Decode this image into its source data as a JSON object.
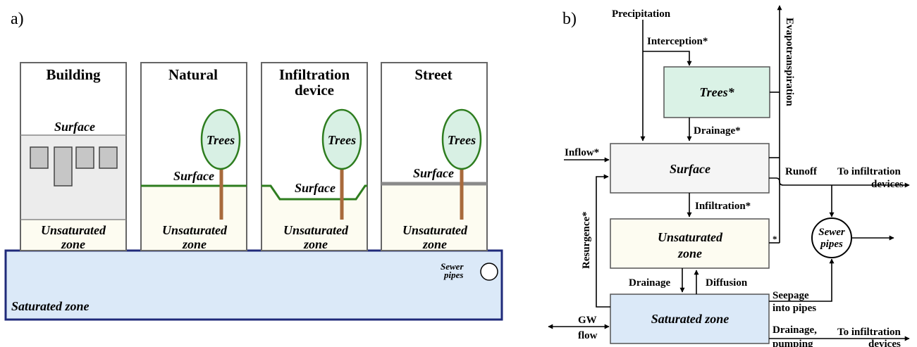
{
  "panel_a": {
    "label": "a)",
    "columns": [
      {
        "title": "Building",
        "surface": "Surface"
      },
      {
        "title": "Natural",
        "surface": "Surface"
      },
      {
        "title_line1": "Infiltration",
        "title_line2": "device",
        "surface": "Surface"
      },
      {
        "title": "Street",
        "surface": "Surface"
      }
    ],
    "trees_label": "Trees",
    "unsat_line1": "Unsaturated",
    "unsat_line2": "zone",
    "saturated_zone": "Saturated zone",
    "sewer_line1": "Sewer",
    "sewer_line2": "pipes",
    "colors": {
      "saturated_fill": "#dbe9f8",
      "saturated_border": "#1f2a7a",
      "soil_fill": "#fdfcf1",
      "building_fill": "#ececec",
      "tree_fill": "#d8f0e4",
      "tree_stroke": "#2e7d1f",
      "trunk": "#a86a3c",
      "ground_line": "#2e7d1f",
      "street_line": "#8a8a8a"
    }
  },
  "panel_b": {
    "label": "b)",
    "boxes": {
      "trees": "Trees*",
      "surface": "Surface",
      "unsaturated_line1": "Unsaturated",
      "unsaturated_line2": "zone",
      "saturated": "Saturated zone",
      "sewer_line1": "Sewer",
      "sewer_line2": "pipes"
    },
    "flows": {
      "precipitation": "Precipitation",
      "interception": "Interception*",
      "drainage_trees": "Drainage*",
      "evapotranspiration": "Evapotranspiration",
      "inflow": "Inflow*",
      "runoff": "Runoff",
      "to_infiltration_1": "To infiltration",
      "to_infiltration_2": "devices",
      "infiltration": "Infiltration*",
      "asterisk": "*",
      "drainage": "Drainage",
      "diffusion": "Diffusion",
      "resurgence": "Resurgence*",
      "gw": "GW",
      "flow": "flow",
      "seepage_1": "Seepage",
      "seepage_2": "into pipes",
      "drainage_pumping_1": "Drainage,",
      "drainage_pumping_2": "pumping"
    },
    "colors": {
      "trees_fill": "#daf2e6",
      "surface_fill": "#f5f5f5",
      "unsaturated_fill": "#fdfcf1",
      "saturated_fill": "#dbe9f8"
    }
  }
}
